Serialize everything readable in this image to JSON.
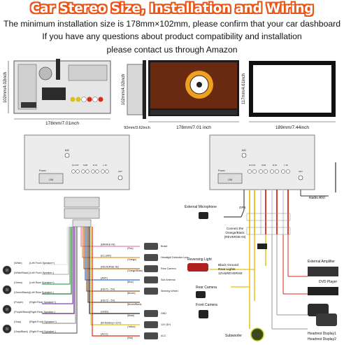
{
  "header": {
    "title": "Car Stereo Size, Installation and Wiring",
    "line1": "The minimum installation size is 178mm×102mm, please confirm that your car dashboard",
    "line2": "If you have any questions about product compatibility and installation",
    "line3": "please contact us through Amazon"
  },
  "dimensions": {
    "rear_height": "102mm/4.02inch",
    "rear_width": "178mm/7.01inch",
    "side_height": "102mm/4.02inch",
    "side_depth": "92mm/3.62inch",
    "front_width": "178mm/7.01 inch",
    "frame_height": "117mm/4.61inch",
    "frame_width": "189mm/7.44inch"
  },
  "panel_labels": {
    "mic": "MIC",
    "power": "Power",
    "rca": [
      "R-OUT",
      "SUB",
      "R-IN",
      "L-IN",
      "ANT"
    ],
    "fuse": "10A"
  },
  "left_harness": {
    "speakers": [
      {
        "wire": "(White)",
        "label": "Left Front Speaker+"
      },
      {
        "wire": "(White/Black)",
        "label": "Left Front Speaker-"
      },
      {
        "wire": "(Green)",
        "label": "Left Rear Speaker+"
      },
      {
        "wire": "(Green/Black)",
        "label": "Left Rear Speaker-"
      },
      {
        "wire": "(Purple)",
        "label": "Right Rear Speaker+"
      },
      {
        "wire": "(Purple/Black)",
        "label": "Right Rear Speaker-"
      },
      {
        "wire": "(Gray)",
        "label": "Right Front Speaker+"
      },
      {
        "wire": "(Gray/Black)",
        "label": "Right Front Speaker-"
      }
    ],
    "signals": [
      {
        "label": "(BRAKE-IN)",
        "wire": "(Pink)",
        "device": "Brake"
      },
      {
        "label": "(ILLUMI)",
        "wire": "(Orange)",
        "device": "Headlight Detection Line"
      },
      {
        "label": "(REVERSE-IN)",
        "wire": "(Orange/Black)",
        "device": "Rear Camera"
      },
      {
        "label": "(ANT)",
        "wire": "(Blue)",
        "device": "Sub Antenna"
      },
      {
        "label": "(KEY1 - 5V)",
        "wire": "(Brown)",
        "device": "Steering Wheel"
      },
      {
        "label": "(KEY2 - 5V)",
        "wire": "(Brown/Black)",
        "device": ""
      },
      {
        "label": "(GND)",
        "wire": "(Black)",
        "device": "GND"
      },
      {
        "label": "(B+Battery/+12V)",
        "wire": "(Yellow)",
        "device": "12V (B+)"
      },
      {
        "label": "(ACC)",
        "wire": "(Red)",
        "device": "ACC"
      }
    ]
  },
  "right_harness": {
    "external_microphone": "External Microphone",
    "gps": "GPS",
    "connect_note": [
      "Connect the",
      "Orange/Black",
      "(REVERSE-IN)"
    ],
    "radio_ant": "Radio ANT",
    "reversing_light": "Reversing Light",
    "black_ground": "Black Ground",
    "rear_lights": "Rear Lights",
    "reverse_12v": "12V&REVERSE",
    "rear_camera": "Rear Camera",
    "front_camera": "Front Camera",
    "subwoofer": "Subwoofer",
    "external_amplifier": "External Amplifier",
    "dvd_player": "DVD Player",
    "headrest1": "Headrest Display1",
    "headrest2": "Headrest Display2"
  }
}
